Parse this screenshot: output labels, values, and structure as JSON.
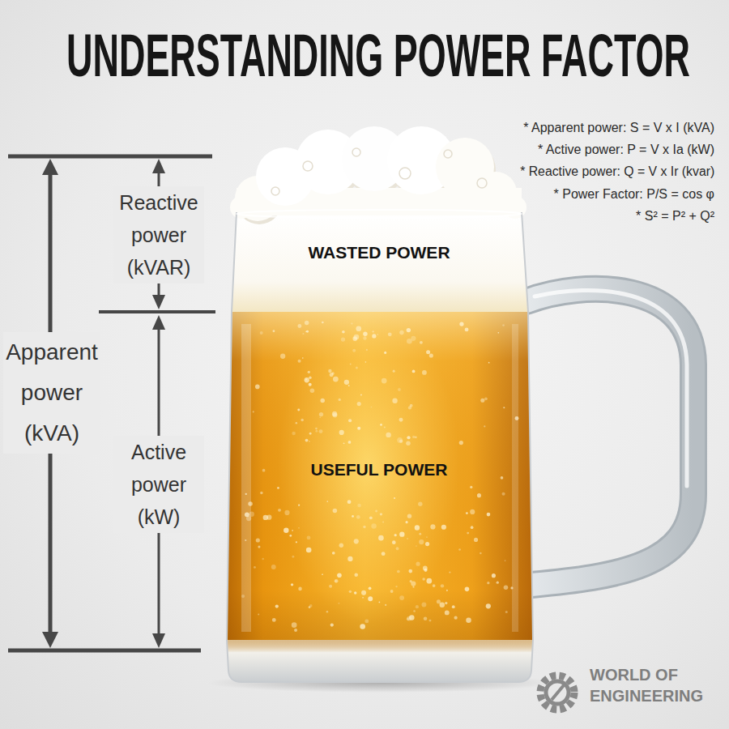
{
  "diagram": {
    "title": "UNDERSTANDING POWER FACTOR",
    "nodes": [
      {
        "text": [
          "WASTED POWER"
        ]
      },
      {
        "text": [
          "USEFUL POWER"
        ]
      }
    ],
    "labels": [
      "* Apparent power: S = V x I (kVA)",
      "* Active power: P = V x Ia (kW)",
      "* Reactive power: Q = V x Ir (kvar)",
      "* Power Factor: P/S = cos φ",
      "* S² = P² + Q²",
      "Reactive power (kVAR)",
      "Apparent power (kVA)",
      "Active power (kW)",
      "WORLD OF ENGINEERING"
    ]
  }
}
